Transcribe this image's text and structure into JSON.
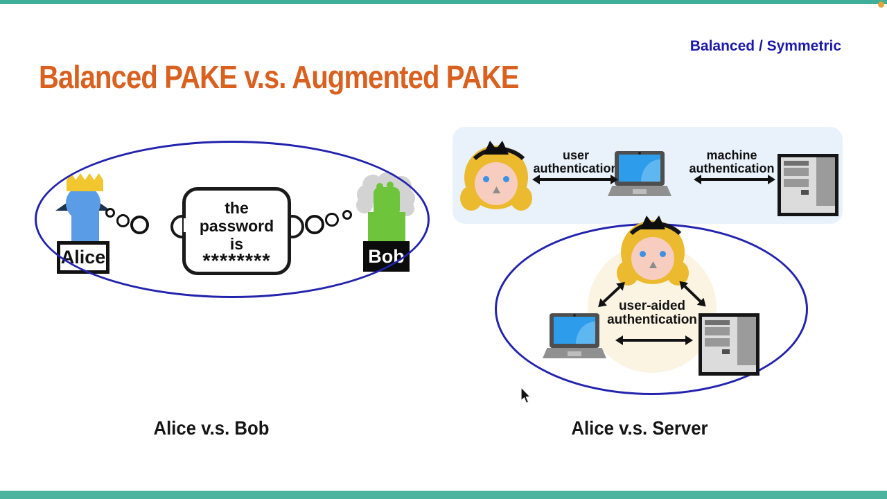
{
  "header": {
    "title": "Balanced PAKE v.s. Augmented PAKE",
    "corner_label": "Balanced / Symmetric"
  },
  "left_diagram": {
    "alice_label": "Alice",
    "bob_label": "Bob",
    "bubble": {
      "line1": "the password",
      "line2": "is",
      "line3": "********"
    },
    "caption": "Alice v.s. Bob"
  },
  "right_diagram": {
    "top_panel": {
      "user_auth_label": "user\nauthentication",
      "machine_auth_label": "machine\nauthentication"
    },
    "ellipse": {
      "user_aided_label": "user-aided\nauthentication"
    },
    "caption": "Alice v.s. Server"
  },
  "colors": {
    "accent_teal": "#4BB39E",
    "title_orange": "#D9601F",
    "corner_blue": "#1B18AB",
    "ellipse_blue": "#2323AE",
    "alice_blue": "#5B9CE6",
    "crown_gold": "#F2C62F",
    "shoulder_navy": "#1B3550",
    "bob_green": "#6EC53C",
    "bob_hair_gray": "#D3D3D3",
    "girl_hair_gold": "#EBBA2F",
    "girl_face_pink": "#F7CDC0",
    "eye_blue": "#3E90E3",
    "panel_light_blue": "#E9F2FB",
    "halo_cream": "#FBF4E3",
    "screen_blue": "#2D9CEA",
    "corner_dot_orange": "#E3A23B"
  }
}
